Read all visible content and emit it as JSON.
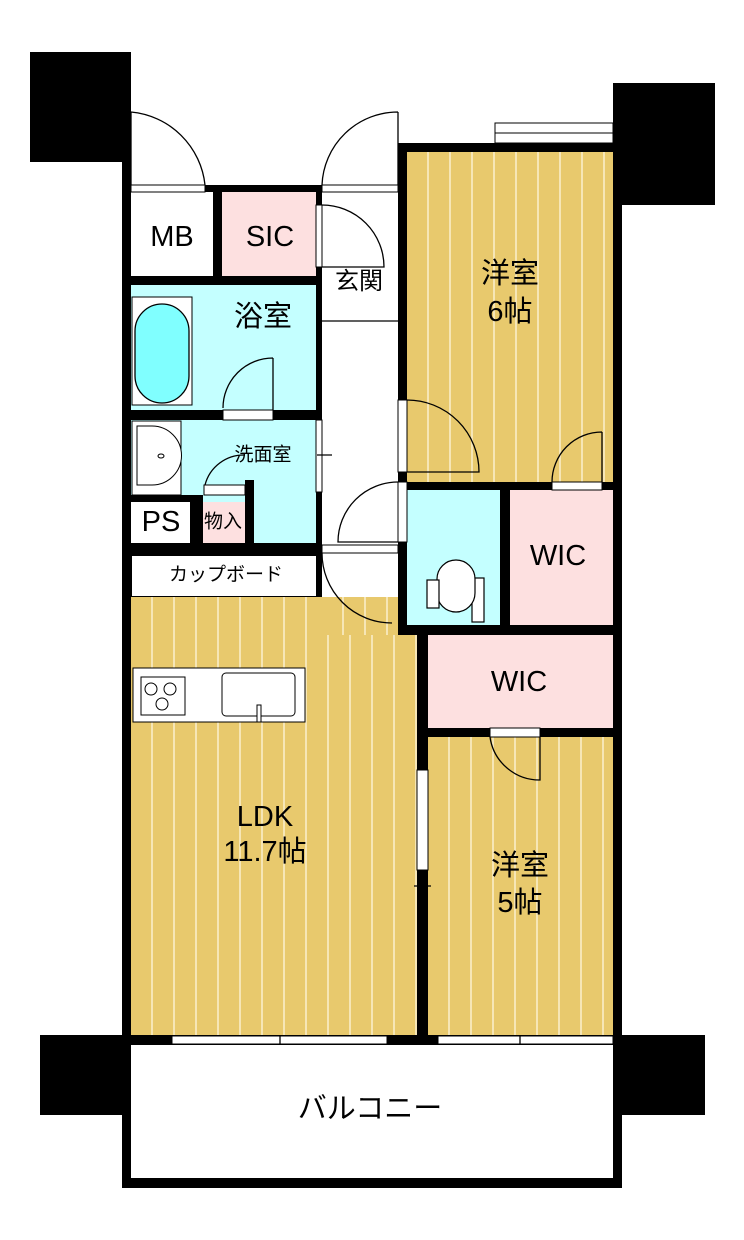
{
  "rooms": {
    "mb": "MB",
    "sic": "SIC",
    "genkan": "玄関",
    "bath": "浴室",
    "washroom": "洗面室",
    "ps": "PS",
    "storage": "物入",
    "cupboard": "カップボード",
    "western6": {
      "name": "洋室",
      "size": "6帖"
    },
    "wic1": "WIC",
    "wic2": "WIC",
    "ldk": {
      "name": "LDK",
      "size": "11.7帖"
    },
    "western5": {
      "name": "洋室",
      "size": "5帖"
    },
    "balcony": "バルコニー"
  },
  "colors": {
    "wood": "#e8c96d",
    "wet_area": "#c4ffff",
    "storage": "#fde0e0",
    "wall": "#000000"
  }
}
